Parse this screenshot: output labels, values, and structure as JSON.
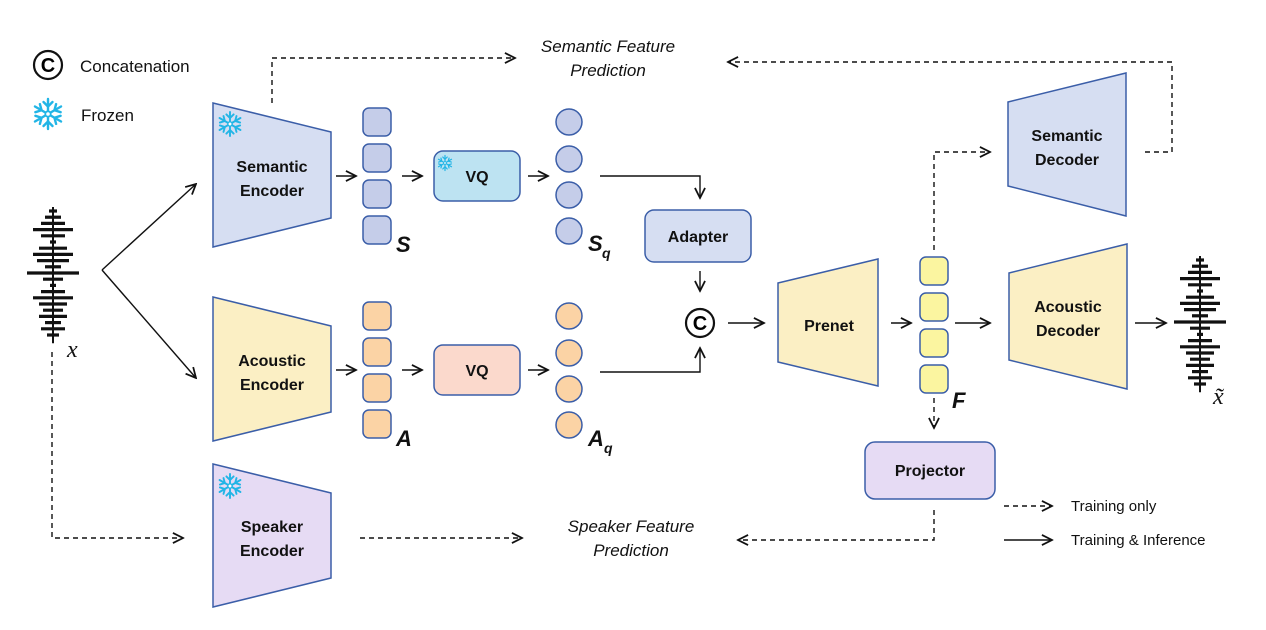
{
  "legend": {
    "concatenation_symbol": "C",
    "concatenation_label": "Concatenation",
    "frozen_label": "Frozen",
    "training_only_label": "Training only",
    "training_inference_label": "Training & Inference"
  },
  "blocks": {
    "semantic_encoder": [
      "Semantic",
      "Encoder"
    ],
    "acoustic_encoder": [
      "Acoustic",
      "Encoder"
    ],
    "speaker_encoder": [
      "Speaker",
      "Encoder"
    ],
    "vq_semantic": "VQ",
    "vq_acoustic": "VQ",
    "adapter": "Adapter",
    "prenet": "Prenet",
    "semantic_decoder": [
      "Semantic",
      "Decoder"
    ],
    "acoustic_decoder": [
      "Acoustic",
      "Decoder"
    ],
    "projector": "Projector",
    "concat_symbol": "C"
  },
  "variables": {
    "input": "x",
    "output": "x̃",
    "semantic_features": "S",
    "acoustic_features": "A",
    "quantized_semantic": {
      "base": "S",
      "sub": "q"
    },
    "quantized_acoustic": {
      "base": "A",
      "sub": "q"
    },
    "fused_features": "F"
  },
  "annotations": {
    "semantic_prediction": [
      "Semantic Feature",
      "Prediction"
    ],
    "speaker_prediction": [
      "Speaker Feature",
      "Prediction"
    ]
  },
  "colors": {
    "semantic_fill": "#d6def2",
    "semantic_token": "#c5cde9",
    "acoustic_fill": "#fbefc4",
    "acoustic_token": "#fbd3a5",
    "speaker_fill": "#e6dbf4",
    "vq_semantic_fill": "#bde3f2",
    "vq_acoustic_fill": "#fbd9cc",
    "fused_token": "#fbf5a0",
    "border": "#3b5ea8",
    "frozen_icon": "#22b5e6"
  }
}
